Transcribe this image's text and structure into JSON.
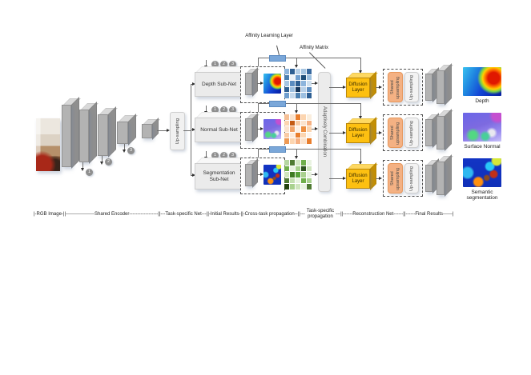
{
  "labels": {
    "affinity_learning_layer": "Affinity Learning Layer",
    "affinity_matrix": "Affinity Matrix",
    "adaptively_combination": "Adaptively Combination"
  },
  "encoder": {
    "upsampling_label": "Up-sampling",
    "skip_labels": [
      "1",
      "2",
      "3"
    ]
  },
  "rows": [
    {
      "id": "depth",
      "subnet_label": "Depth Sub-Net",
      "skip_labels": [
        "1",
        "2",
        "3"
      ],
      "diffusion_label": "Diffusion Layer",
      "shared_upsampling_label": "Shared upsampling",
      "upsampling_label": "Up-sampling",
      "result_label": "Depth",
      "affinity_matrix_colors": [
        [
          "#8cb4dc",
          "#2e5f93",
          "#b7d0e8",
          "#a6c5e2",
          "#38699f"
        ],
        [
          "#4a7fb0",
          "#eef3f9",
          "#6f9ecf",
          "#1f4e79",
          "#9cbfe0"
        ],
        [
          "#a6c5e2",
          "#5b8cc0",
          "#2e5f93",
          "#8cb4dc",
          "#cfe0ef"
        ],
        [
          "#2f6093",
          "#9cbfe0",
          "#16375c",
          "#b7d0e8",
          "#5b8cc0"
        ],
        [
          "#6f9ecf",
          "#c5d9ec",
          "#4a7fb0",
          "#9cbfe0",
          "#2e5f93"
        ]
      ]
    },
    {
      "id": "normal",
      "subnet_label": "Normal Sub-Net",
      "skip_labels": [
        "1",
        "2",
        "3"
      ],
      "diffusion_label": "Diffusion Layer",
      "shared_upsampling_label": "Shared upsampling",
      "upsampling_label": "Up-sampling",
      "result_label": "Surface Normal",
      "affinity_matrix_colors": [
        [
          "#f6c096",
          "#fbe3cd",
          "#e97e2d",
          "#fcd5b0",
          "#faeede"
        ],
        [
          "#fcd5b0",
          "#c45911",
          "#f9cba4",
          "#fbe3cd",
          "#f6b183"
        ],
        [
          "#fbe3cd",
          "#f2a469",
          "#fdf0e4",
          "#ed8f43",
          "#fcd5b0"
        ],
        [
          "#f9cba4",
          "#fdeada",
          "#e97e2d",
          "#fcd5b0",
          "#fdf4ec"
        ],
        [
          "#ee9a55",
          "#fcd5b0",
          "#f6b183",
          "#fbe3cd",
          "#e97e2d"
        ]
      ]
    },
    {
      "id": "segmentation",
      "subnet_label": "Segmentation Sub-Net",
      "skip_labels": [
        "1",
        "2",
        "3"
      ],
      "diffusion_label": "Diffusion Layer",
      "shared_upsampling_label": "Shared upsampling",
      "upsampling_label": "Up-sampling",
      "result_label": "Semantic segmentation",
      "affinity_matrix_colors": [
        [
          "#b5d7a0",
          "#4f7a32",
          "#d4e8c5",
          "#6faf4a",
          "#e9f3e1"
        ],
        [
          "#6faf4a",
          "#e9f3e1",
          "#a9d18e",
          "#2e5420",
          "#cfe5bd"
        ],
        [
          "#cfe5bd",
          "#3e7a22",
          "#58a23a",
          "#a9d18e",
          "#e9f3e1"
        ],
        [
          "#4f7a32",
          "#c4dfb0",
          "#e9f3e1",
          "#6faf4a",
          "#a9d18e"
        ],
        [
          "#24430f",
          "#a9d18e",
          "#cfe5bd",
          "#e9f3e1",
          "#4f7a32"
        ]
      ]
    }
  ],
  "caption": {
    "left": "|-RGB Image-||------------------Shared Encoder------------------||---Task-specific Net---||-Initial Results-||-Cross-task propagation--||---",
    "stacked": [
      "Task-specific",
      "propagation"
    ],
    "right": "---||------Reconstruction Net------||------Final Results------|"
  },
  "colors": {
    "diffusion_face": "#FDC011",
    "affinity_bar": "#7AA7D9",
    "shared_upsampling_pill": "#F4B183",
    "adaptively_bar": "#ECECEC"
  }
}
